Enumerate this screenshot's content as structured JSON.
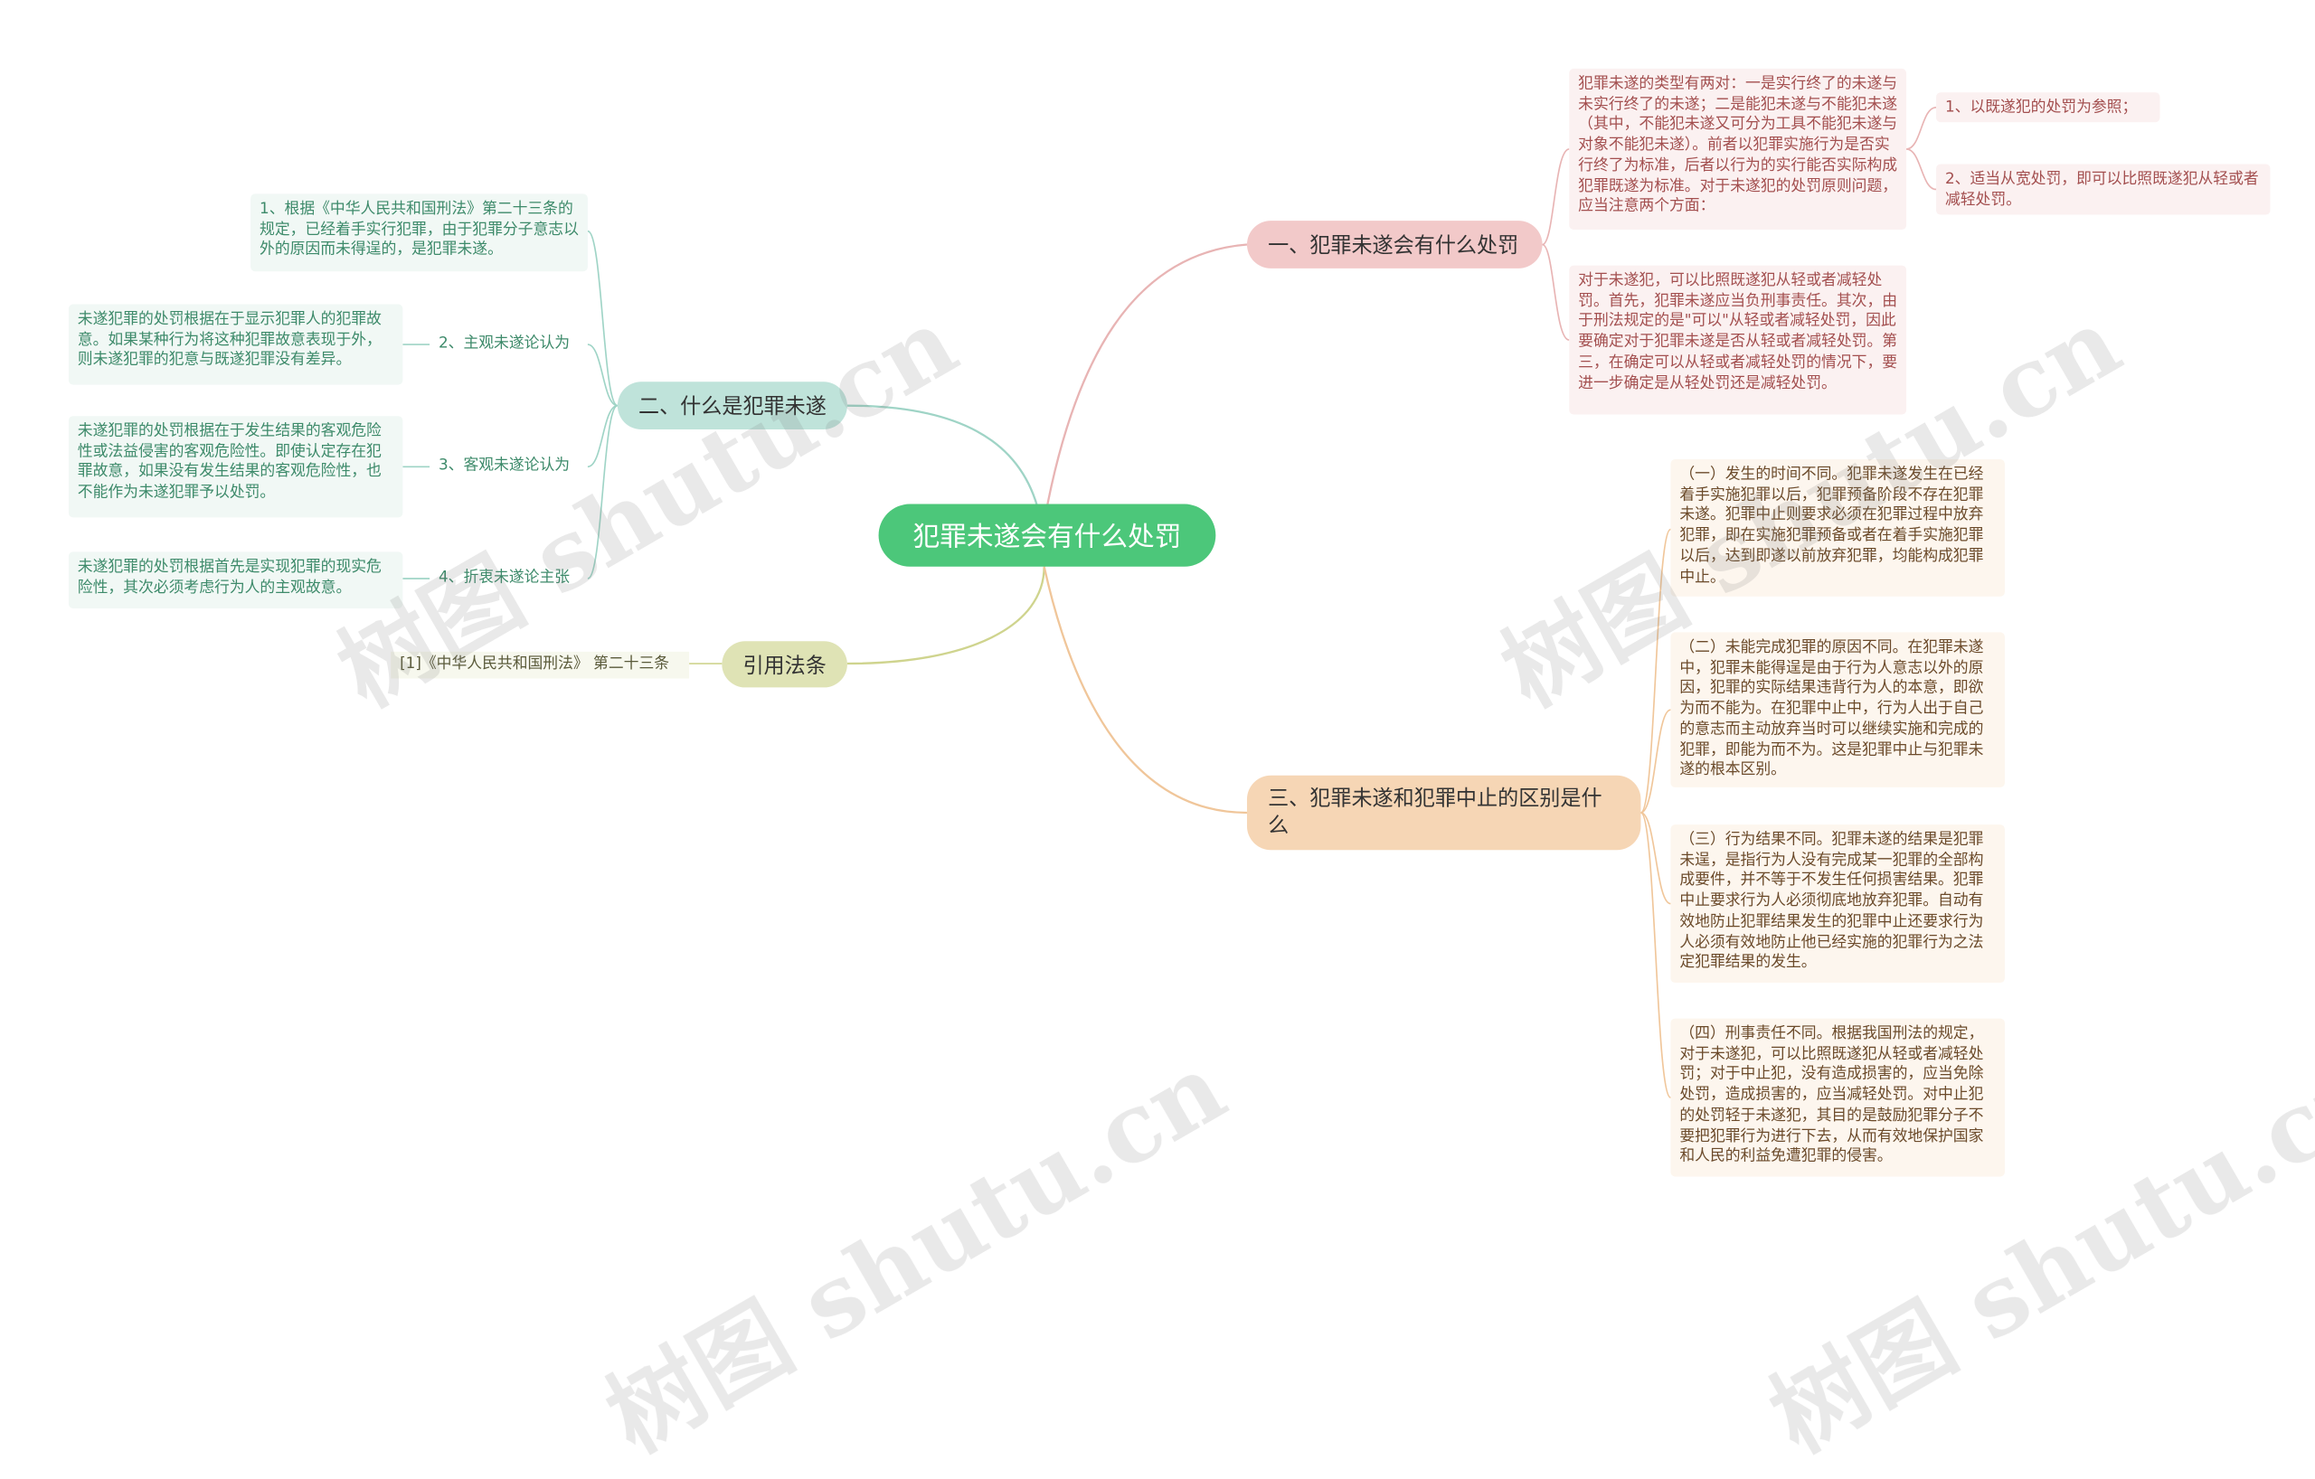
{
  "root": {
    "label": "犯罪未遂会有什么处罚"
  },
  "branches": {
    "b1": {
      "label": "一、犯罪未遂会有什么处罚",
      "types_text": "犯罪未遂的类型有两对：一是实行终了的未遂与未实行终了的未遂；二是能犯未遂与不能犯未遂（其中，不能犯未遂又可分为工具不能犯未遂与对象不能犯未遂）。前者以犯罪实施行为是否实行终了为标准，后者以行为的实行能否实际构成犯罪既遂为标准。对于未遂犯的处罚原则问题，应当注意两个方面：",
      "aspect1": "1、以既遂犯的处罚为参照；",
      "aspect2": "2、适当从宽处罚，即可以比照既遂犯从轻或者减轻处罚。",
      "punish_text": "对于未遂犯，可以比照既遂犯从轻或者减轻处罚。首先，犯罪未遂应当负刑事责任。其次，由于刑法规定的是\"可以\"从轻或者减轻处罚，因此要确定对于犯罪未遂是否从轻或者减轻处罚。第三，在确定可以从轻或者减轻处罚的情况下，要进一步确定是从轻处罚还是减轻处罚。"
    },
    "b2": {
      "label": "二、什么是犯罪未遂",
      "item1": "1、根据《中华人民共和国刑法》第二十三条的规定，已经着手实行犯罪，由于犯罪分子意志以外的原因而未得逞的，是犯罪未遂。",
      "item2_label": "2、主观未遂论认为",
      "item2_text": "未遂犯罪的处罚根据在于显示犯罪人的犯罪故意。如果某种行为将这种犯罪故意表现于外，则未遂犯罪的犯意与既遂犯罪没有差异。",
      "item3_label": "3、客观未遂论认为",
      "item3_text": "未遂犯罪的处罚根据在于发生结果的客观危险性或法益侵害的客观危险性。即使认定存在犯罪故意，如果没有发生结果的客观危险性，也不能作为未遂犯罪予以处罚。",
      "item4_label": "4、折衷未遂论主张",
      "item4_text": "未遂犯罪的处罚根据首先是实现犯罪的现实危险性，其次必须考虑行为人的主观故意。"
    },
    "b3": {
      "label": "引用法条",
      "item1": "[1]《中华人民共和国刑法》 第二十三条"
    },
    "b4": {
      "label": "三、犯罪未遂和犯罪中止的区别是什么",
      "diff1": "（一）发生的时间不同。犯罪未遂发生在已经着手实施犯罪以后，犯罪预备阶段不存在犯罪未遂。犯罪中止则要求必须在犯罪过程中放弃犯罪，即在实施犯罪预备或者在着手实施犯罪以后，达到即遂以前放弃犯罪，均能构成犯罪中止。",
      "diff2": "（二）未能完成犯罪的原因不同。在犯罪未遂中，犯罪未能得逞是由于行为人意志以外的原因，犯罪的实际结果违背行为人的本意，即欲为而不能为。在犯罪中止中，行为人出于自己的意志而主动放弃当时可以继续实施和完成的犯罪，即能为而不为。这是犯罪中止与犯罪未遂的根本区别。",
      "diff3": "（三）行为结果不同。犯罪未遂的结果是犯罪未逞，是指行为人没有完成某一犯罪的全部构成要件，并不等于不发生任何损害结果。犯罪中止要求行为人必须彻底地放弃犯罪。自动有效地防止犯罪结果发生的犯罪中止还要求行为人必须有效地防止他已经实施的犯罪行为之法定犯罪结果的发生。",
      "diff4": "（四）刑事责任不同。根据我国刑法的规定，对于未遂犯，可以比照既遂犯从轻或者减轻处罚；对于中止犯，没有造成损害的，应当免除处罚，造成损害的，应当减轻处罚。对中止犯的处罚轻于未遂犯，其目的是鼓励犯罪分子不要把犯罪行为进行下去，从而有效地保护国家和人民的利益免遭犯罪的侵害。"
    }
  },
  "colors": {
    "root": "#4cc77a",
    "b1": "#f2c9c9",
    "b2": "#bfe3da",
    "b3": "#dfe3b5",
    "b4": "#f6d6b5"
  },
  "watermark": "树图 shutu.cn"
}
